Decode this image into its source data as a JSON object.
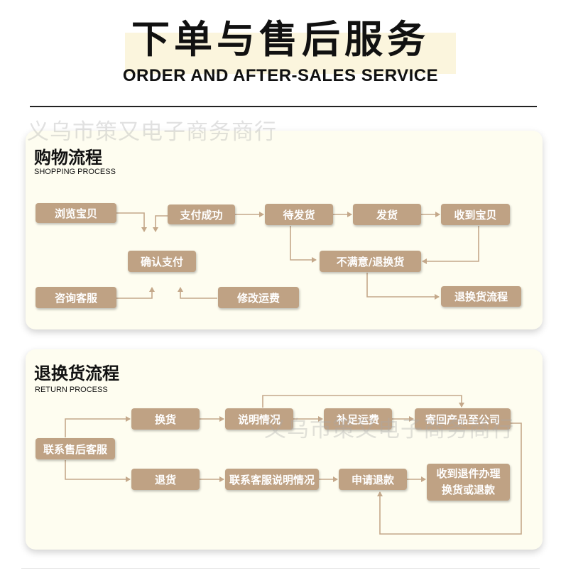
{
  "header": {
    "title_cn": "下单与售后服务",
    "title_en": "ORDER AND AFTER-SALES SERVICE"
  },
  "watermark": "义乌市策又电子商务商行",
  "sections": {
    "shopping": {
      "title": "购物流程",
      "subtitle": "SHOPPING PROCESS",
      "nodes": {
        "browse": "浏览宝贝",
        "pay_success": "支付成功",
        "pending_ship": "待发货",
        "ship": "发货",
        "receive": "收到宝贝",
        "confirm_pay": "确认支付",
        "unsatisfied": "不满意/退换货",
        "consult": "咨询客服",
        "modify_fee": "修改运费",
        "return_flow": "退换货流程"
      }
    },
    "returns": {
      "title": "退换货流程",
      "subtitle": "RETURN PROCESS",
      "nodes": {
        "contact": "联系售后客服",
        "exchange": "换货",
        "explain": "说明情况",
        "shipping_fee": "补足运费",
        "send_back": "寄回产品至公司",
        "refund": "退货",
        "contact_explain": "联系客服说明情况",
        "apply_refund": "申请退款",
        "receive_line1": "收到退件办理",
        "receive_line2": "换货或退款"
      }
    }
  },
  "colors": {
    "node": "#bfa284",
    "connector": "#c4a88a",
    "panel": "#fefdf0",
    "title_highlight": "#fbf5dd"
  }
}
